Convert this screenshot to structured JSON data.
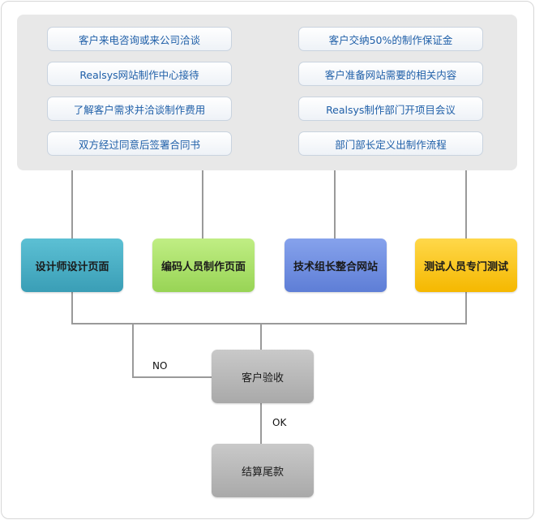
{
  "steps_left": [
    "客户来电咨询或来公司洽谈",
    "Realsys网站制作中心接待",
    "了解客户需求并洽谈制作费用",
    "双方经过同意后签署合同书"
  ],
  "steps_right": [
    "客户交纳50%的制作保证金",
    "客户准备网站需要的相关内容",
    "Realsys制作部门开项目会议",
    "部门部长定义出制作流程"
  ],
  "stages": [
    {
      "label": "设计师设计页面",
      "color": "#4ab0c6"
    },
    {
      "label": "编码人员制作页面",
      "color": "#a8e06a"
    },
    {
      "label": "技术组长整合网站",
      "color": "#6f8fe0"
    },
    {
      "label": "测试人员专门测试",
      "color": "#f9c21a"
    }
  ],
  "review": {
    "label": "客户验收",
    "no_label": "NO",
    "ok_label": "OK"
  },
  "final": {
    "label": "结算尾款"
  }
}
